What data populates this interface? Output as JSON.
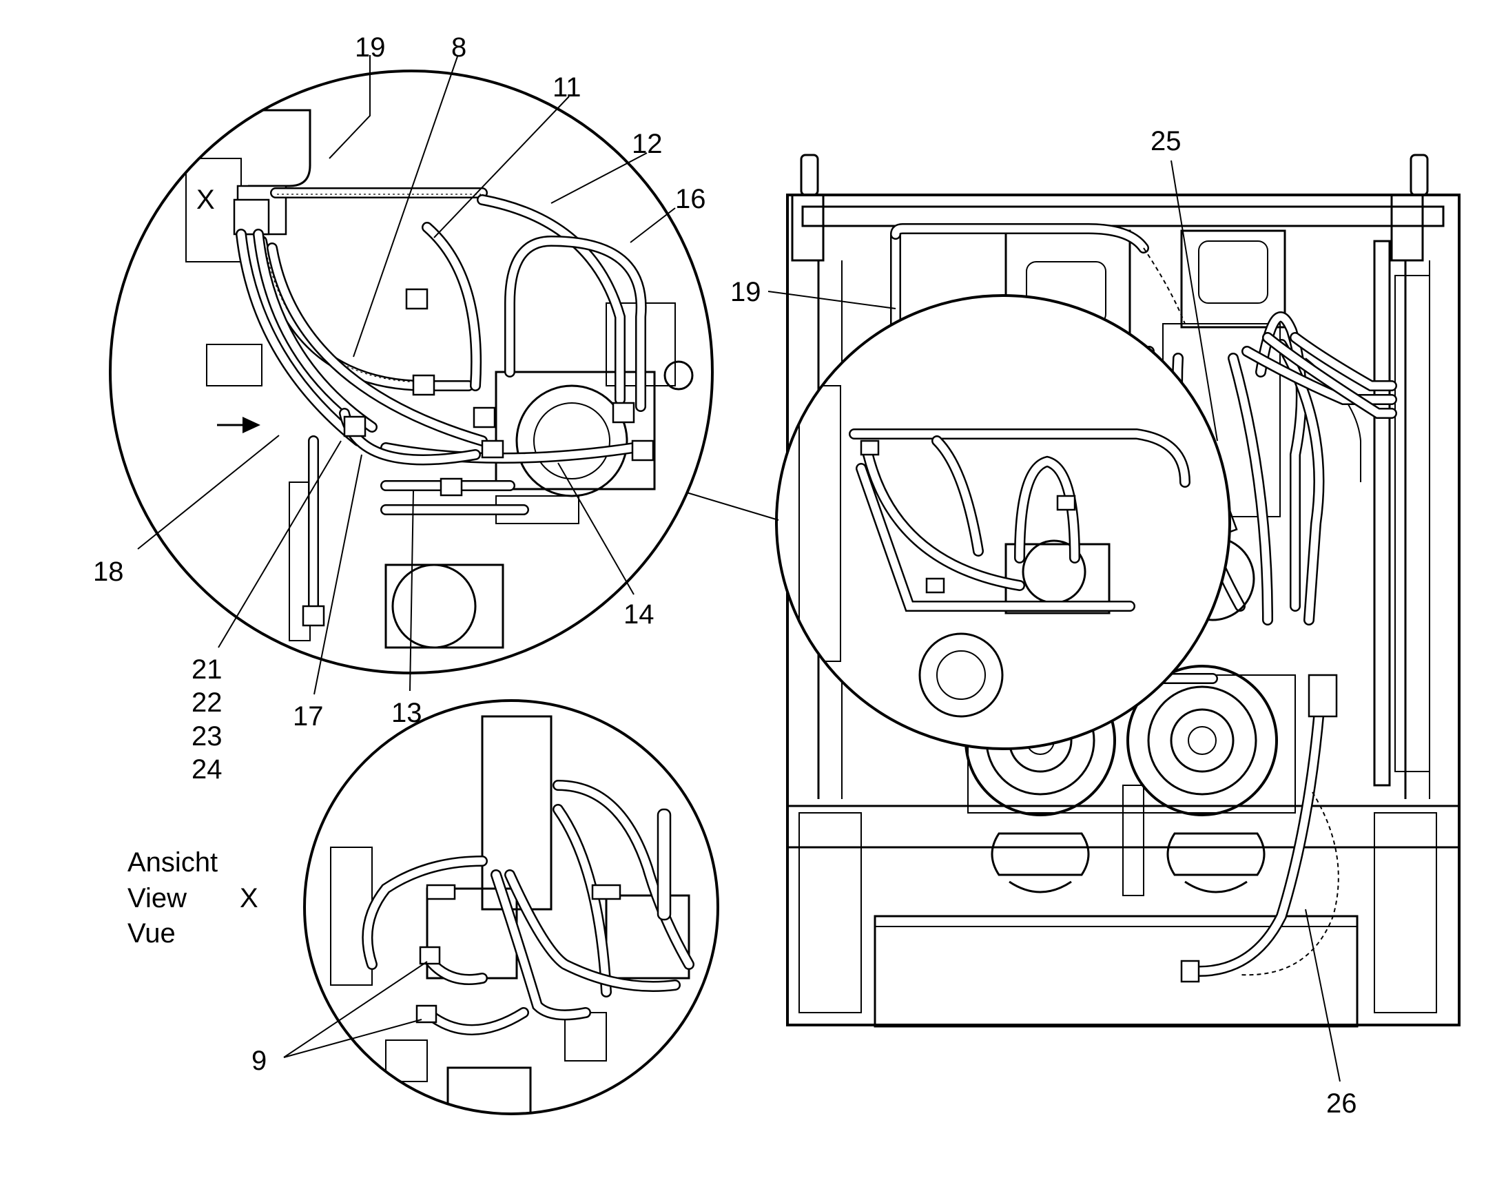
{
  "callouts": {
    "c19a": "19",
    "c8": "8",
    "c11": "11",
    "c12": "12",
    "c16": "16",
    "c18": "18",
    "c14": "14",
    "c21": "21",
    "c22": "22",
    "c23": "23",
    "c24": "24",
    "c17": "17",
    "c13": "13",
    "c25": "25",
    "c19b": "19",
    "c26": "26",
    "c9": "9",
    "viewx": "X"
  },
  "view_label": {
    "de": "Ansicht",
    "en": "View",
    "fr": "Vue",
    "letter": "X"
  }
}
